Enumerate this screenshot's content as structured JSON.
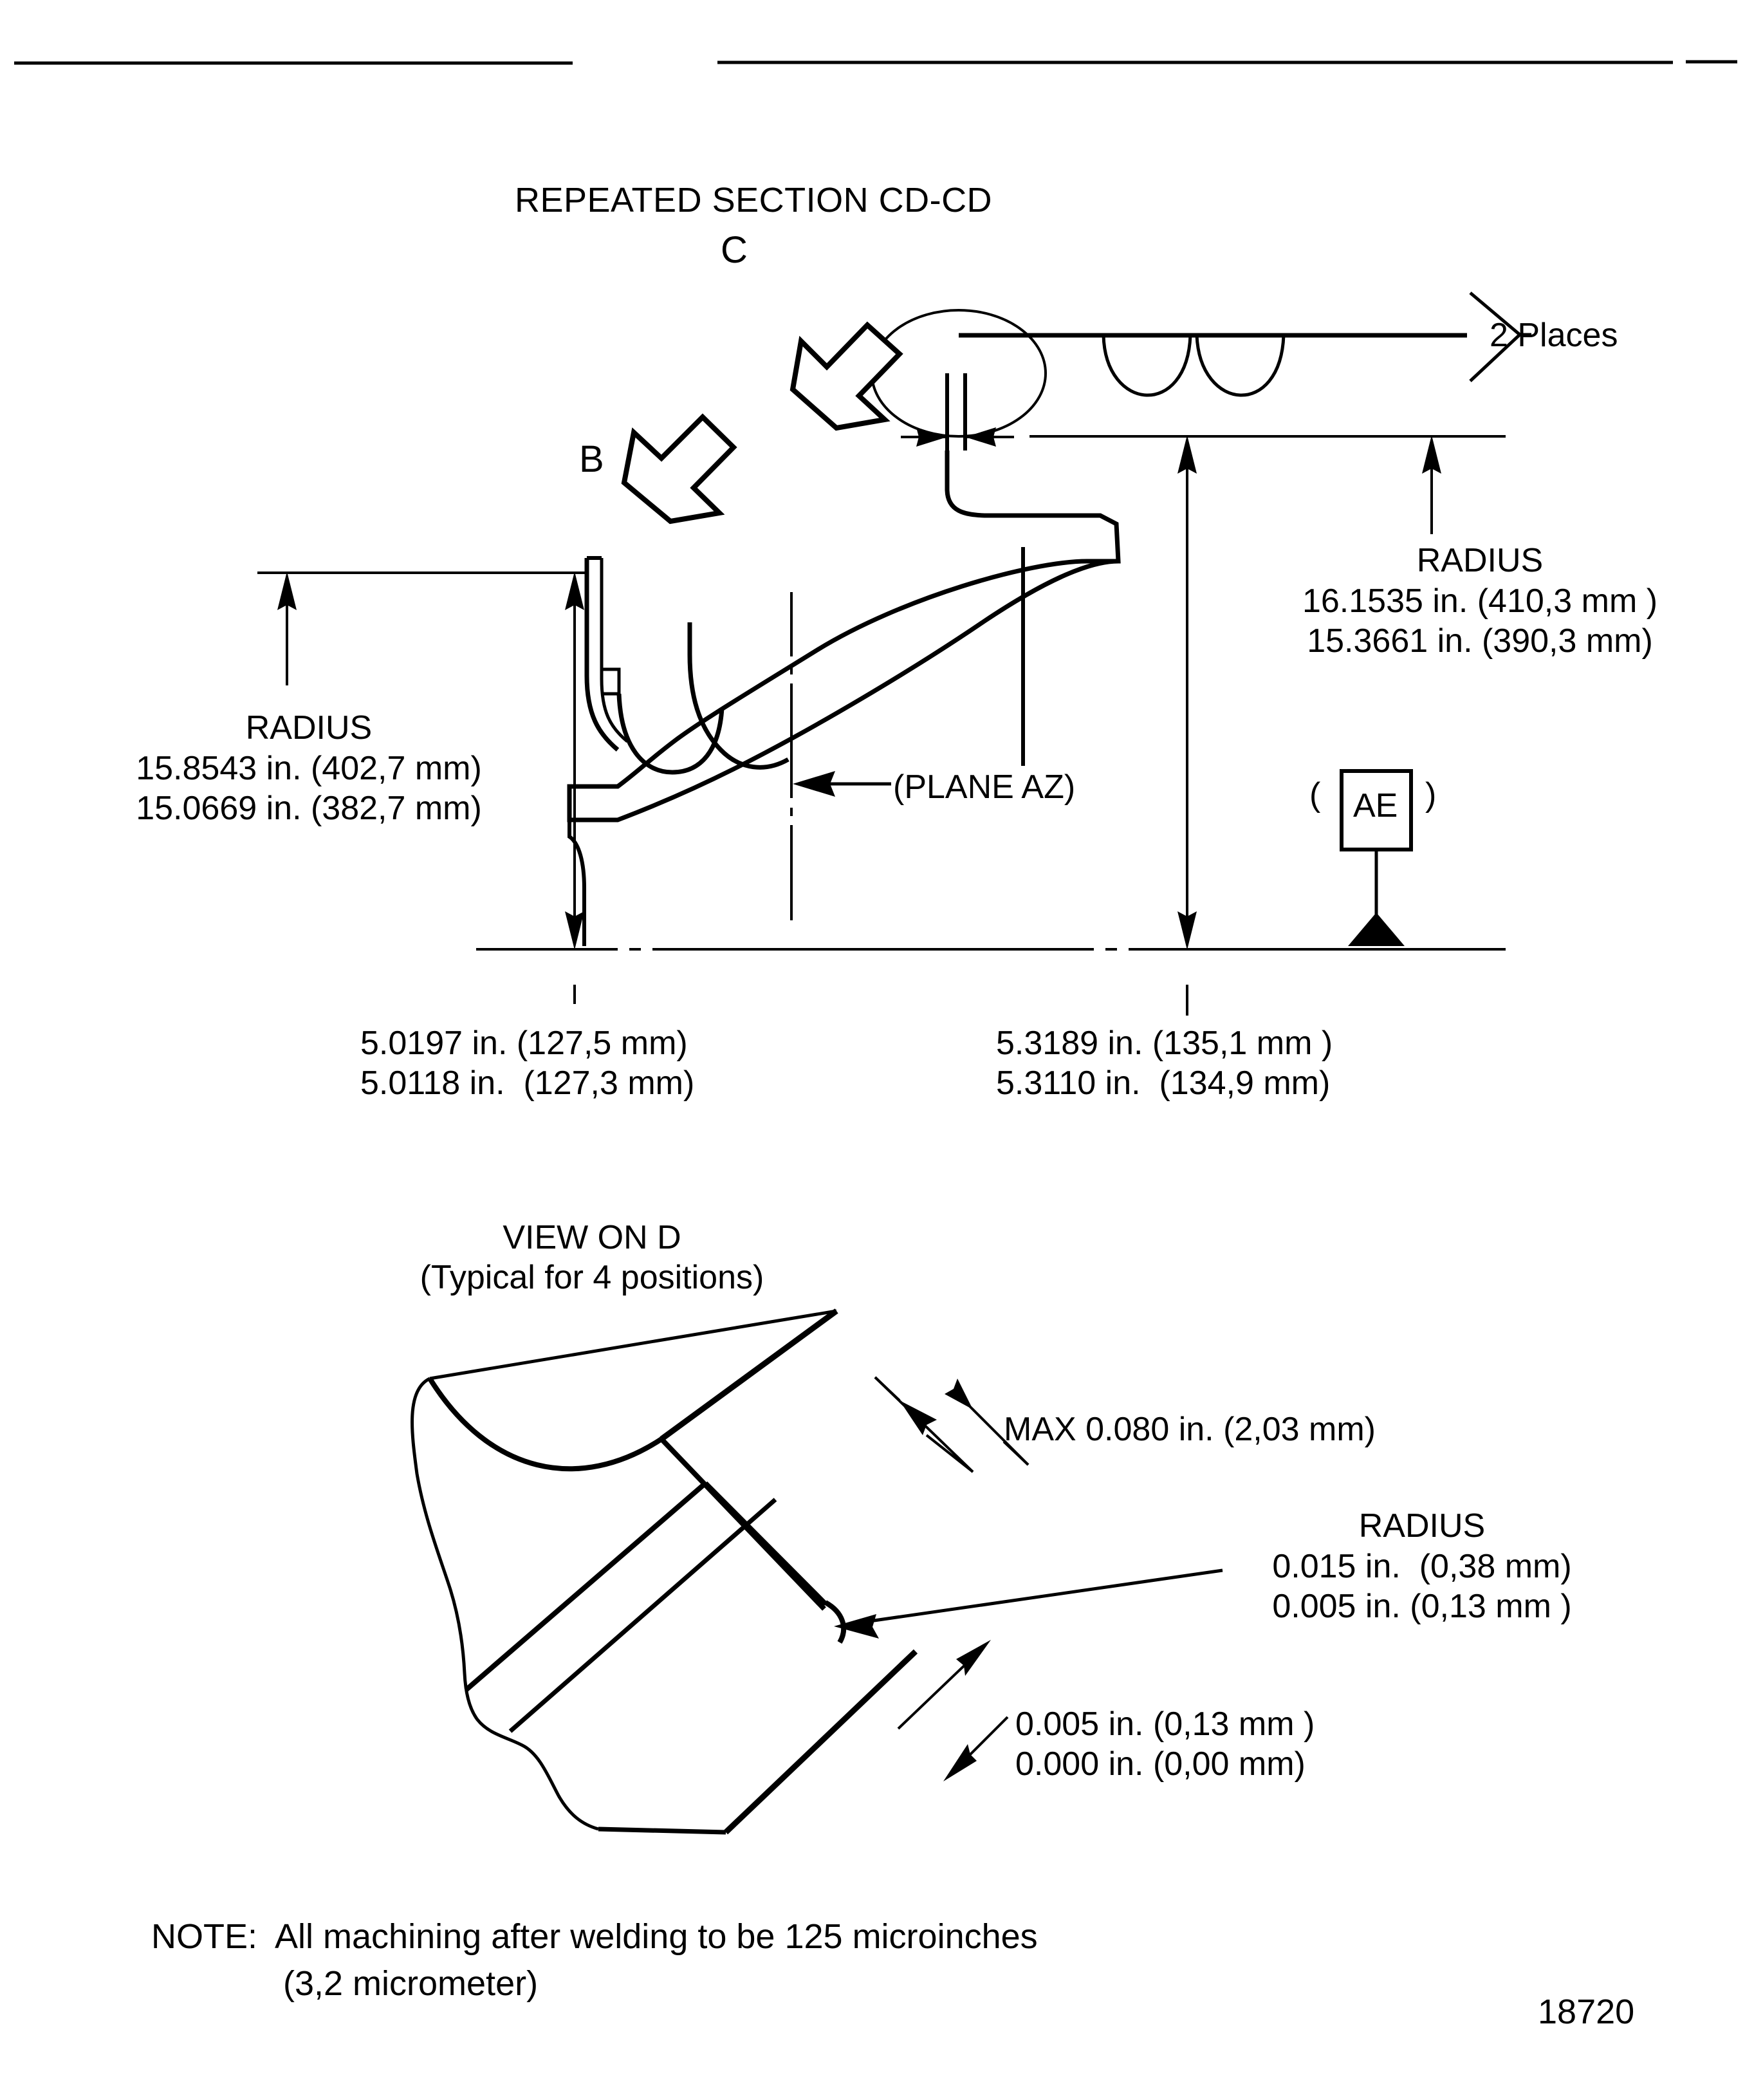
{
  "sheet": {
    "drawing_number": "18720"
  },
  "section_cd": {
    "title": "REPEATED SECTION CD-CD",
    "arrow_c_label": "C",
    "arrow_b_label": "B",
    "places_note": "2 Places",
    "plane_label": "(PLANE AZ)",
    "datum": {
      "open_paren": "(",
      "letter": "AE",
      "close_paren": ")"
    },
    "radius_left": {
      "heading": "RADIUS",
      "line1": "15.8543 in. (402,7 mm)",
      "line2": "15.0669 in. (382,7 mm)"
    },
    "radius_right": {
      "heading": "RADIUS",
      "line1": "16.1535 in. (410,3 mm )",
      "line2": "15.3661 in. (390,3 mm)"
    },
    "dim_left": {
      "line1": "5.0197 in. (127,5 mm)",
      "line2": "5.0118 in.  (127,3 mm)"
    },
    "dim_right": {
      "line1": "5.3189 in. (135,1 mm )",
      "line2": "5.3110 in.  (134,9 mm)"
    }
  },
  "view_on_d": {
    "title": "VIEW ON D",
    "subtitle": "(Typical for 4 positions)",
    "max_note": "MAX 0.080 in. (2,03 mm)",
    "radius": {
      "heading": "RADIUS",
      "line1": "0.015 in.  (0,38 mm)",
      "line2": "0.005 in. (0,13 mm )"
    },
    "gap": {
      "line1": "0.005 in. (0,13 mm )",
      "line2": "0.000 in. (0,00 mm)"
    }
  },
  "note": {
    "line1": "NOTE:  All machining after welding to be 125 microinches",
    "line2": "(3,2 micrometer)"
  },
  "colors": {
    "ink": "#000000",
    "paper": "#ffffff"
  }
}
